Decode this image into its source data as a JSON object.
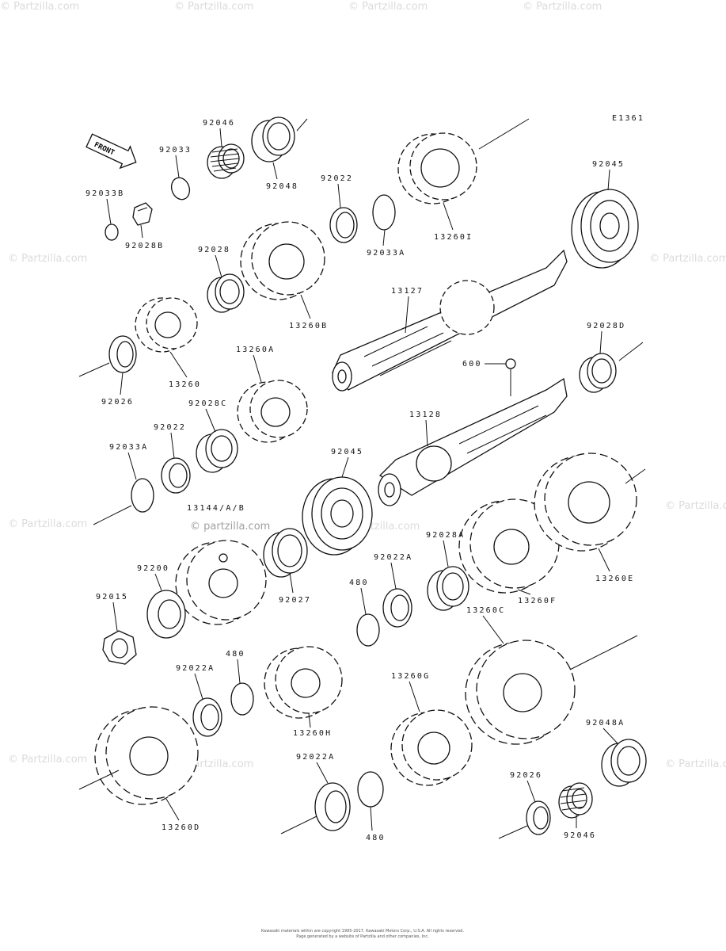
{
  "diagram_code": "E1361",
  "front_label": "FRONT",
  "watermark_text": "© Partzilla.com",
  "watermark_inline": "© partzilla.com",
  "footer": {
    "line1": "Kawasaki materials within are copyright 1995-2017, Kawasaki Motors Corp., U.S.A. All rights reserved.",
    "line2": "Page generated by a website of Partzilla and other companies, Inc."
  },
  "parts": [
    {
      "id": "92046_top",
      "label": "92046"
    },
    {
      "id": "92033",
      "label": "92033"
    },
    {
      "id": "92033B",
      "label": "92033B"
    },
    {
      "id": "92028B",
      "label": "92028B"
    },
    {
      "id": "92048",
      "label": "92048"
    },
    {
      "id": "92022_top",
      "label": "92022"
    },
    {
      "id": "92033A_top",
      "label": "92033A"
    },
    {
      "id": "13260I",
      "label": "13260I"
    },
    {
      "id": "92045_top",
      "label": "92045"
    },
    {
      "id": "92028",
      "label": "92028"
    },
    {
      "id": "13260B",
      "label": "13260B"
    },
    {
      "id": "13127",
      "label": "13127"
    },
    {
      "id": "92026_left",
      "label": "92026"
    },
    {
      "id": "13260",
      "label": "13260"
    },
    {
      "id": "13260A",
      "label": "13260A"
    },
    {
      "id": "92028D",
      "label": "92028D"
    },
    {
      "id": "600",
      "label": "600"
    },
    {
      "id": "92028C",
      "label": "92028C"
    },
    {
      "id": "92022_mid",
      "label": "92022"
    },
    {
      "id": "13128",
      "label": "13128"
    },
    {
      "id": "92033A_mid",
      "label": "92033A"
    },
    {
      "id": "92045_mid",
      "label": "92045"
    },
    {
      "id": "13144",
      "label": "13144/A/B"
    },
    {
      "id": "92028A",
      "label": "92028A"
    },
    {
      "id": "92200",
      "label": "92200"
    },
    {
      "id": "92022A_mid",
      "label": "92022A"
    },
    {
      "id": "480_mid",
      "label": "480"
    },
    {
      "id": "92027",
      "label": "92027"
    },
    {
      "id": "13260E",
      "label": "13260E"
    },
    {
      "id": "92015",
      "label": "92015"
    },
    {
      "id": "13260F",
      "label": "13260F"
    },
    {
      "id": "13260C",
      "label": "13260C"
    },
    {
      "id": "92022A_low",
      "label": "92022A"
    },
    {
      "id": "480_low",
      "label": "480"
    },
    {
      "id": "13260G",
      "label": "13260G"
    },
    {
      "id": "13260H",
      "label": "13260H"
    },
    {
      "id": "92048A",
      "label": "92048A"
    },
    {
      "id": "92022A_bot",
      "label": "92022A"
    },
    {
      "id": "92026_bot",
      "label": "92026"
    },
    {
      "id": "480_bot",
      "label": "480"
    },
    {
      "id": "92046_bot",
      "label": "92046"
    },
    {
      "id": "13260D",
      "label": "13260D"
    }
  ]
}
